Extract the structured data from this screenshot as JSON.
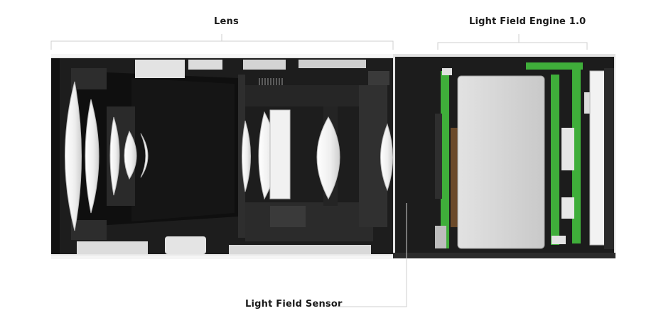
{
  "labels": {
    "lens": "Lens",
    "engine": "Light Field Engine 1.0",
    "sensor": "Light Field Sensor"
  },
  "colors": {
    "housing": "#1e1e1e",
    "lens_glass": "#f4f4f4",
    "circuit_board": "#3fae3a",
    "battery": "#d8d8d8",
    "shell": "#e6e6e6",
    "leader_line": "#c8c8c8"
  }
}
